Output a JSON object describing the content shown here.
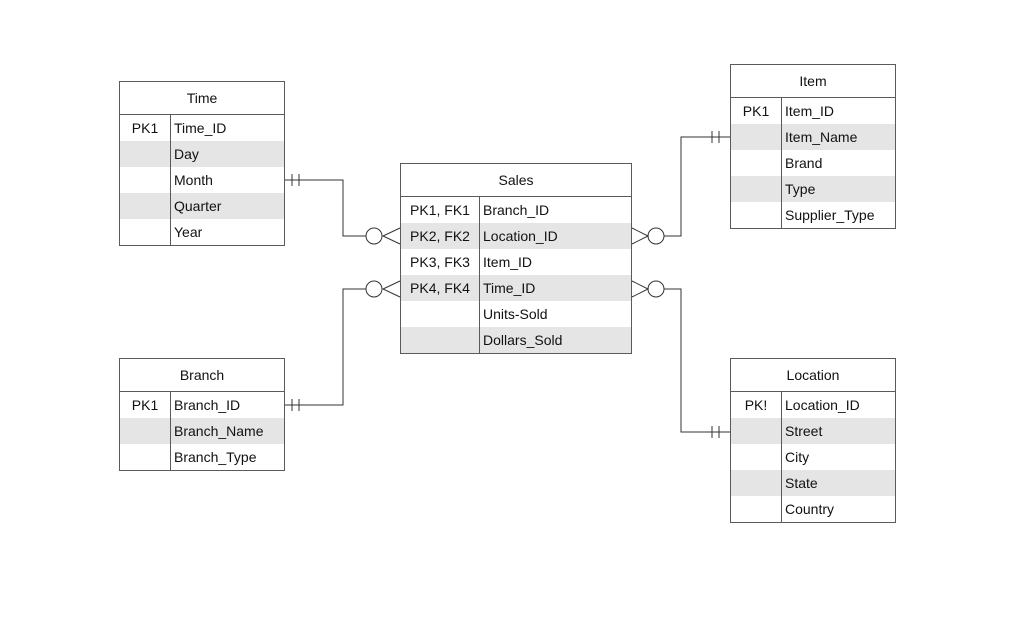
{
  "entities": {
    "time": {
      "title": "Time",
      "rows": [
        {
          "key": "PK1",
          "field": "Time_ID"
        },
        {
          "key": "",
          "field": "Day"
        },
        {
          "key": "",
          "field": "Month"
        },
        {
          "key": "",
          "field": "Quarter"
        },
        {
          "key": "",
          "field": "Year"
        }
      ]
    },
    "sales": {
      "title": "Sales",
      "rows": [
        {
          "key": "PK1, FK1",
          "field": "Branch_ID"
        },
        {
          "key": "PK2, FK2",
          "field": "Location_ID"
        },
        {
          "key": "PK3, FK3",
          "field": "Item_ID"
        },
        {
          "key": "PK4, FK4",
          "field": "Time_ID"
        },
        {
          "key": "",
          "field": "Units-Sold"
        },
        {
          "key": "",
          "field": "Dollars_Sold"
        }
      ]
    },
    "item": {
      "title": "Item",
      "rows": [
        {
          "key": "PK1",
          "field": "Item_ID"
        },
        {
          "key": "",
          "field": "Item_Name"
        },
        {
          "key": "",
          "field": "Brand"
        },
        {
          "key": "",
          "field": "Type"
        },
        {
          "key": "",
          "field": "Supplier_Type"
        }
      ]
    },
    "branch": {
      "title": "Branch",
      "rows": [
        {
          "key": "PK1",
          "field": "Branch_ID"
        },
        {
          "key": "",
          "field": "Branch_Name"
        },
        {
          "key": "",
          "field": "Branch_Type"
        }
      ]
    },
    "location": {
      "title": "Location",
      "rows": [
        {
          "key": "PK!",
          "field": "Location_ID"
        },
        {
          "key": "",
          "field": "Street"
        },
        {
          "key": "",
          "field": "City"
        },
        {
          "key": "",
          "field": "State"
        },
        {
          "key": "",
          "field": "Country"
        }
      ]
    }
  },
  "relationships": [
    {
      "from": "time",
      "to": "sales",
      "one_end": "one-and-only-one",
      "many_end": "zero-or-many"
    },
    {
      "from": "branch",
      "to": "sales",
      "one_end": "one-and-only-one",
      "many_end": "zero-or-many"
    },
    {
      "from": "item",
      "to": "sales",
      "one_end": "one-and-only-one",
      "many_end": "zero-or-many"
    },
    {
      "from": "location",
      "to": "sales",
      "one_end": "one-and-only-one",
      "many_end": "zero-or-many"
    }
  ],
  "colors": {
    "border": "#5a5a5a",
    "shade": "#e5e5e5",
    "line": "#333333"
  }
}
